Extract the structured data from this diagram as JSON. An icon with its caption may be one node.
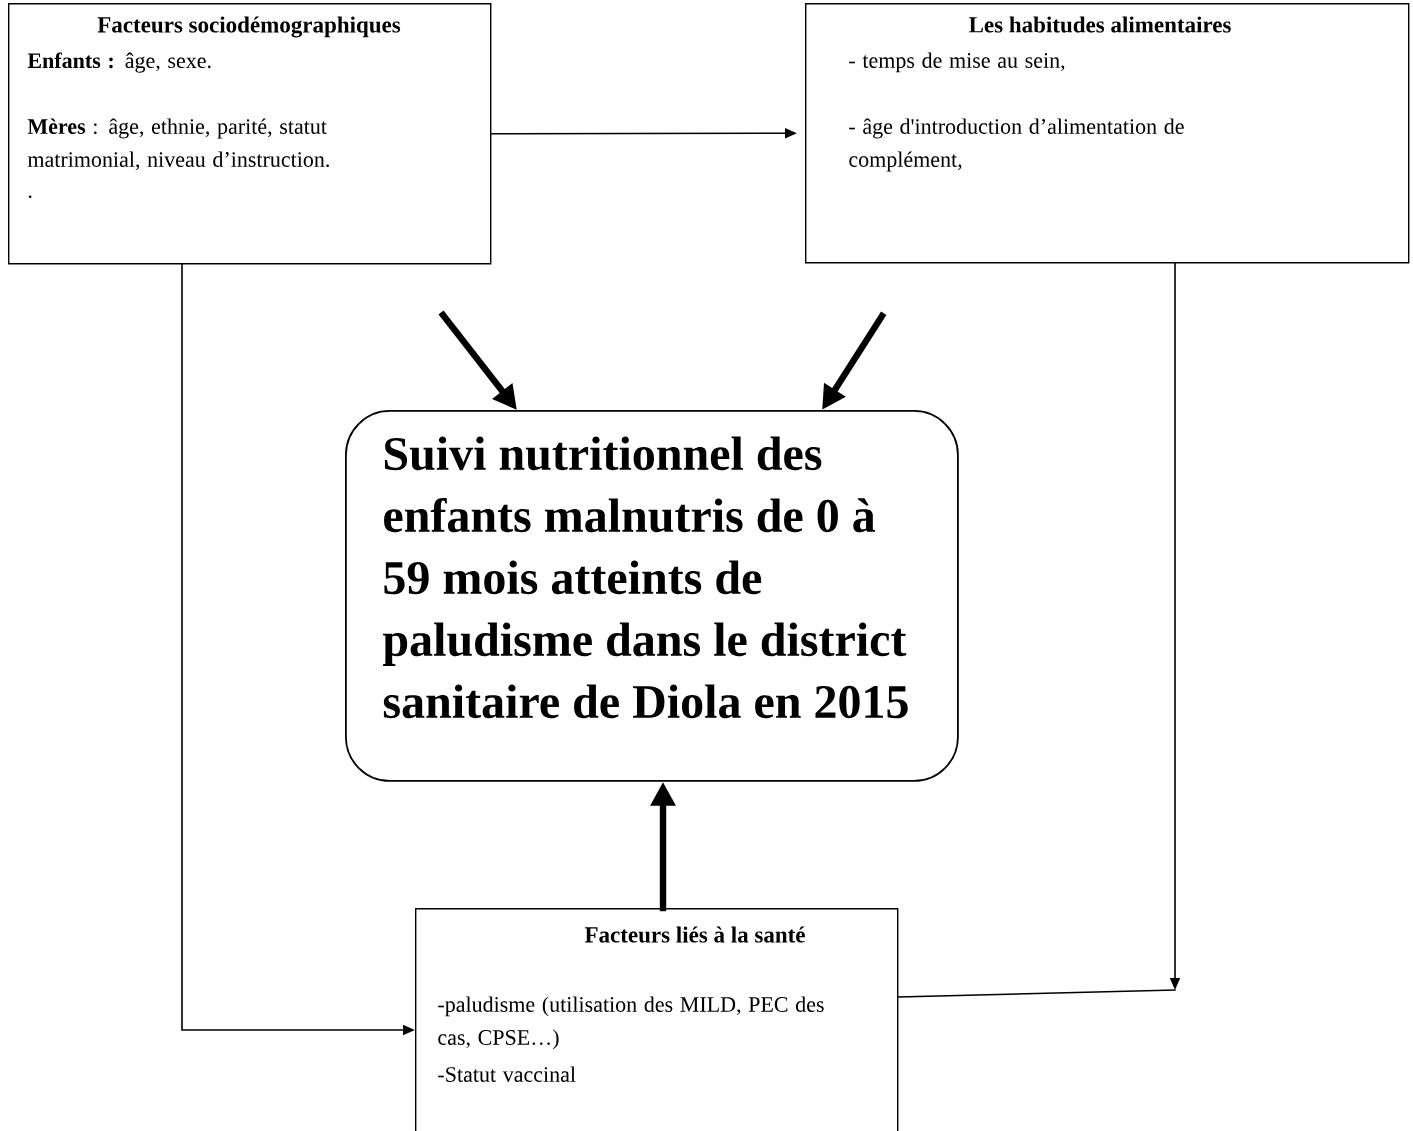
{
  "diagram": {
    "nodes": [
      {
        "text": [
          "Facteurs sociodémographiques",
          "**Enfants :** âge, sexe.",
          "**Mères** : âge, ethnie, parité, statut matrimonial, niveau d’instruction.",
          "."
        ]
      },
      {
        "text": [
          "Les habitudes alimentaires",
          "- temps de mise au sein,",
          "- âge d'introduction d’alimentation de complément,"
        ]
      },
      {
        "text": [
          "Suivi nutritionnel des enfants malnutris de 0 à 59 mois atteints de paludisme dans le district sanitaire de Diola en 2015"
        ]
      },
      {
        "text": [
          "Facteurs liés à la santé",
          "-paludisme (utilisation des MILD, PEC des cas, CPSE…)",
          "-Statut vaccinal"
        ]
      }
    ],
    "edges": [
      {
        "from": 0,
        "to": 1,
        "arrow": "to"
      },
      {
        "from": null,
        "to": 2,
        "arrow": "to",
        "style": "thick"
      },
      {
        "from": null,
        "to": 2,
        "arrow": "to",
        "style": "thick"
      },
      {
        "from": 3,
        "to": 2,
        "arrow": "to",
        "style": "thick"
      },
      {
        "from": 0,
        "to": 3,
        "arrow": "to"
      },
      {
        "from": 1,
        "to": null,
        "arrow": "to"
      },
      {
        "from": 3,
        "to": null,
        "arrow": "none"
      }
    ]
  }
}
